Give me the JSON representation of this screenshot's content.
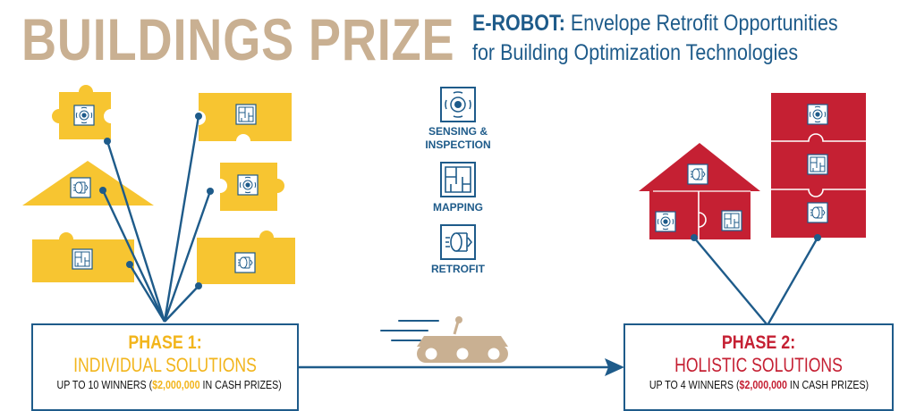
{
  "header": {
    "title": "BUILDINGS PRIZE",
    "subtitle_bold": "E-ROBOT:",
    "subtitle_line1_rest": "Envelope Retrofit Opportunities",
    "subtitle_line2": "for Building Optimization Technologies"
  },
  "legend": {
    "items": [
      {
        "label": "SENSING & INSPECTION",
        "icon": "sensing-icon"
      },
      {
        "label": "MAPPING",
        "icon": "mapping-icon"
      },
      {
        "label": "RETROFIT",
        "icon": "retrofit-icon"
      }
    ]
  },
  "phase1": {
    "title": "PHASE 1:",
    "subtitle": "INDIVIDUAL SOLUTIONS",
    "note_pre": "UP TO 10 WINNERS (",
    "note_amount": "$2,000,000",
    "note_post": " IN CASH PRIZES)"
  },
  "phase2": {
    "title": "PHASE 2:",
    "subtitle": "HOLISTIC SOLUTIONS",
    "note_pre": "UP TO 4 WINNERS (",
    "note_amount": "$2,000,000",
    "note_post": " IN CASH PRIZES)"
  },
  "colors": {
    "title": "#c9b092",
    "navy": "#1e5b8a",
    "phase1_yellow": "#f7c531",
    "phase1_text": "#f2b51c",
    "phase2_red": "#c52033",
    "robot": "#c9b092"
  }
}
